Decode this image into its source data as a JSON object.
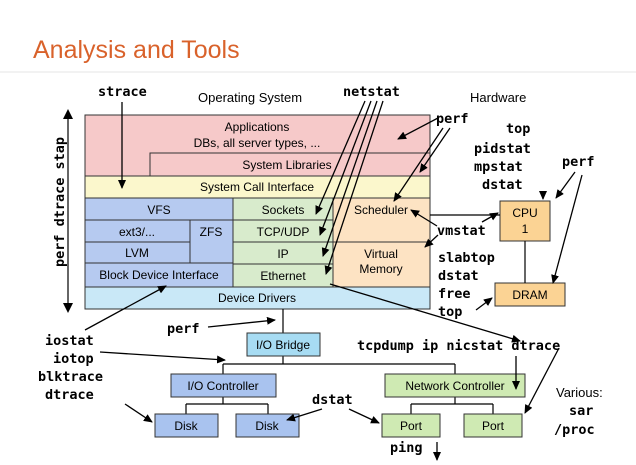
{
  "title": "Analysis and Tools",
  "headers": {
    "os": "Operating System",
    "hardware": "Hardware"
  },
  "layers": {
    "applications": "Applications",
    "applications_sub": "DBs, all server types, ...",
    "system_libraries": "System Libraries",
    "syscall_interface": "System Call Interface",
    "vfs": "VFS",
    "ext3": "ext3/...",
    "zfs": "ZFS",
    "lvm": "LVM",
    "block_device": "Block Device Interface",
    "sockets": "Sockets",
    "tcp_udp": "TCP/UDP",
    "ip": "IP",
    "ethernet": "Ethernet",
    "scheduler": "Scheduler",
    "virtual_memory_1": "Virtual",
    "virtual_memory_2": "Memory",
    "device_drivers": "Device Drivers"
  },
  "hardware": {
    "cpu_1": "CPU",
    "cpu_2": "1",
    "dram": "DRAM",
    "io_bridge": "I/O Bridge",
    "io_controller": "I/O Controller",
    "network_controller": "Network Controller",
    "disk_1": "Disk",
    "disk_2": "Disk",
    "port_1": "Port",
    "port_2": "Port"
  },
  "tools": {
    "strace": "strace",
    "netstat": "netstat",
    "perf_top": "perf",
    "side_stack": "perf dtrace stap",
    "top": "top",
    "pidstat": "pidstat",
    "mpstat": "mpstat",
    "dstat_cpu": "dstat",
    "perf_cpu": "perf",
    "vmstat": "vmstat",
    "slabtop": "slabtop",
    "dstat_mem": "dstat",
    "free": "free",
    "top_mem": "top",
    "perf_drivers": "perf",
    "iostat": "iostat",
    "iotop": "iotop",
    "blktrace": "blktrace",
    "dtrace_io": "dtrace",
    "tcpdump_line": "tcpdump ip nicstat dtrace",
    "dstat_bottom": "dstat",
    "ping": "ping",
    "various": "Various:",
    "sar": "sar",
    "proc": "/proc"
  },
  "colors": {
    "title": "#d9622b",
    "applications": "#f6c9c9",
    "syscall": "#fbf7cc",
    "storage": "#b6caf0",
    "network": "#d8ebcc",
    "scheduler": "#fde3c3",
    "device_drivers": "#c9e8f7",
    "hw_blue": "#a9c3ef",
    "hw_green": "#cfeab3",
    "cpu": "#fbd394",
    "dram": "#fbd394",
    "io_bridge": "#a7dcf3"
  }
}
